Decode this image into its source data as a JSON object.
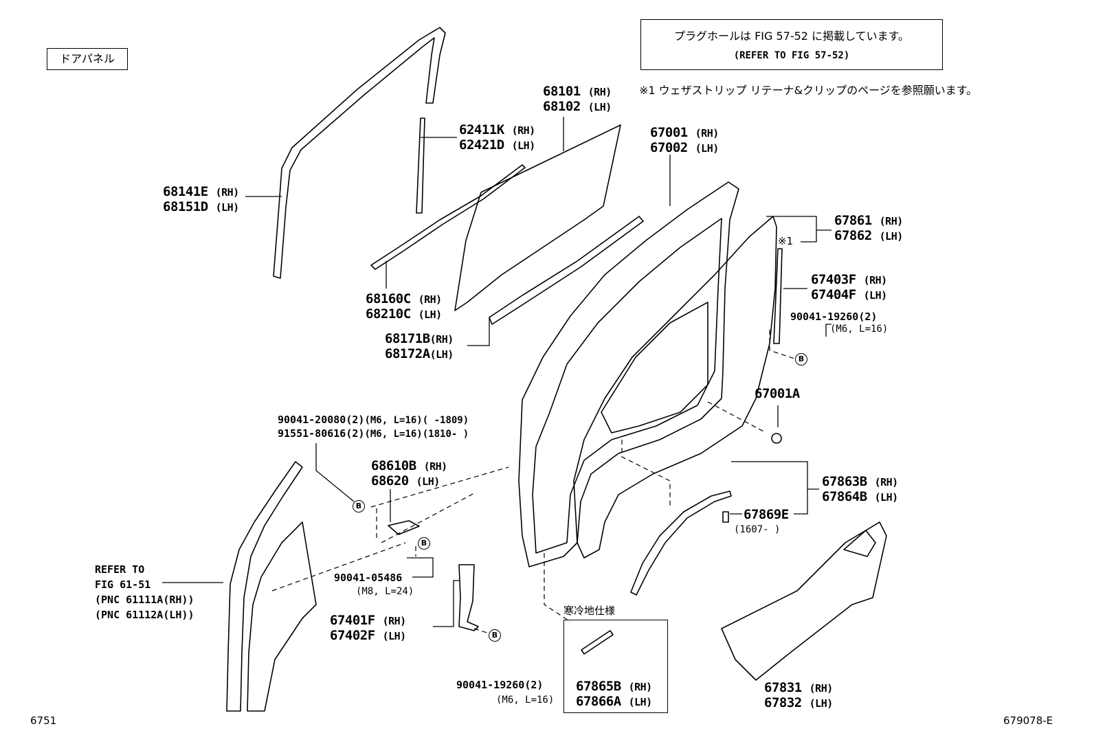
{
  "section_title": "ドアパネル",
  "note_box": {
    "line1": "プラグホールは FIG 57-52 に掲載しています。",
    "line2": "(REFER TO FIG 57-52)"
  },
  "footnote": "※1 ウェザストリップ リテーナ&クリップのページを参照願います。",
  "labels": {
    "p68101": "68101",
    "p68101_side": "(RH)",
    "p68102": "68102",
    "p68102_side": "(LH)",
    "p62411K": "62411K",
    "p62411K_side": "(RH)",
    "p62421D": "62421D",
    "p62421D_side": "(LH)",
    "p68141E": "68141E",
    "p68141E_side": "(RH)",
    "p68151D": "68151D",
    "p68151D_side": "(LH)",
    "p67001": "67001",
    "p67001_side": "(RH)",
    "p67002": "67002",
    "p67002_side": "(LH)",
    "p67861": "67861",
    "p67861_side": "(RH)",
    "p67862": "67862",
    "p67862_side": "(LH)",
    "star1": "※1",
    "p67403F": "67403F",
    "p67403F_side": "(RH)",
    "p67404F": "67404F",
    "p67404F_side": "(LH)",
    "p90041_19260_a": "90041-19260(2)",
    "p90041_19260_a_spec": "(M6, L=16)",
    "p68160C": "68160C",
    "p68160C_side": "(RH)",
    "p68210C": "68210C",
    "p68210C_side": "(LH)",
    "p68171B": "68171B",
    "p68171B_side": "(RH)",
    "p68172A": "68172A",
    "p68172A_side": "(LH)",
    "p67001A": "67001A",
    "p90041_20080": "90041-20080(2)",
    "p90041_20080_spec": "(M6, L=16)(     -1809)",
    "p91551_80616": "91551-80616(2)",
    "p91551_80616_spec": "(M6, L=16)(1810-     )",
    "p68610B": "68610B",
    "p68610B_side": "(RH)",
    "p68620": "68620",
    "p68620_side": "(LH)",
    "p67863B": "67863B",
    "p67863B_side": "(RH)",
    "p67864B": "67864B",
    "p67864B_side": "(LH)",
    "p67869E": "67869E",
    "p67869E_spec": "(1607-     )",
    "p90041_05486": "90041-05486",
    "p90041_05486_spec": "(M8, L=24)",
    "p67401F": "67401F",
    "p67401F_side": "(RH)",
    "p67402F": "67402F",
    "p67402F_side": "(LH)",
    "p90041_19260_b": "90041-19260(2)",
    "p90041_19260_b_spec": "(M6, L=16)",
    "cold_region": "寒冷地仕様",
    "p67865B": "67865B",
    "p67865B_side": "(RH)",
    "p67866A": "67866A",
    "p67866A_side": "(LH)",
    "p67831": "67831",
    "p67831_side": "(RH)",
    "p67832": "67832",
    "p67832_side": "(LH)",
    "refer_1": "REFER TO",
    "refer_2": "FIG 61-51",
    "refer_3": "(PNC 61111A(RH))",
    "refer_4": "(PNC 61112A(LH))",
    "badge_b": "B"
  },
  "footer": {
    "left_code": "6751",
    "right_code": "679078-E"
  }
}
